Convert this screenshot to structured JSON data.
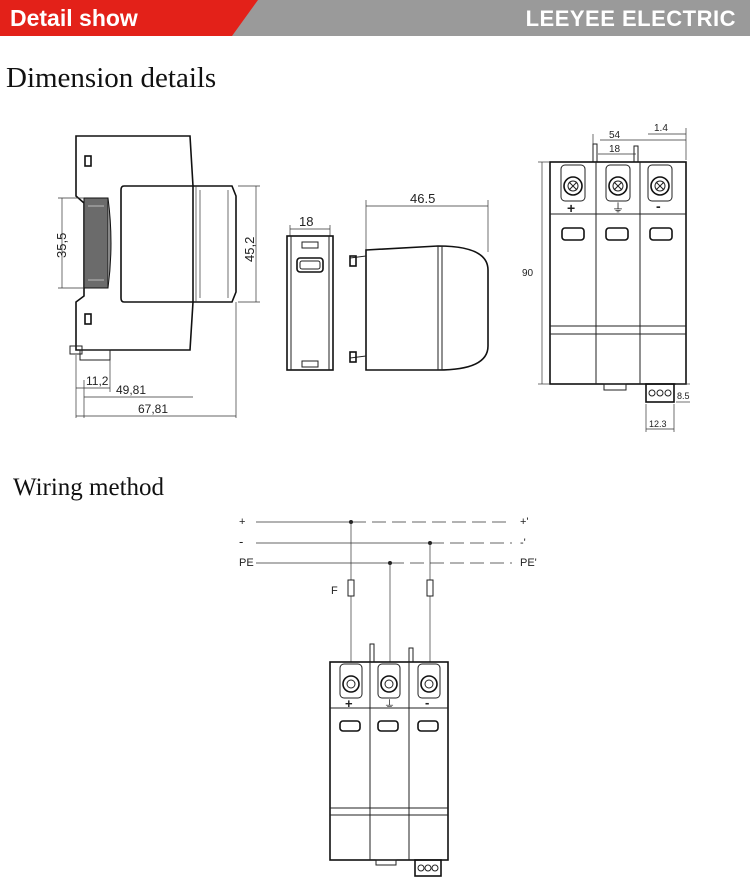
{
  "header": {
    "badge_label": "Detail show",
    "brand": "LEEYEE ELECTRIC",
    "badge_color": "#e32119",
    "bar_color": "#9a9a9a"
  },
  "sections": {
    "dimension_title": "Dimension details",
    "wiring_title": "Wiring method"
  },
  "dimensions": {
    "side_height_inner": "35,5",
    "side_height_outer": "45,2",
    "side_w1": "11,2",
    "side_w2": "49,81",
    "side_w3": "67,81",
    "mid_width": "18",
    "body_depth": "46.5",
    "front_total_width": "54",
    "front_pole_width": "18",
    "front_gap": "1.4",
    "front_height": "90",
    "front_terminal_h": "8.5",
    "front_terminal_w": "12.3"
  },
  "pole_marks": [
    "+",
    "⏚",
    "-"
  ],
  "wiring": {
    "line_plus": "+",
    "line_minus": "-",
    "line_pe": "PE",
    "out_plus": "+'",
    "out_minus": "-'",
    "out_pe": "PE'",
    "fuse_label": "F"
  }
}
